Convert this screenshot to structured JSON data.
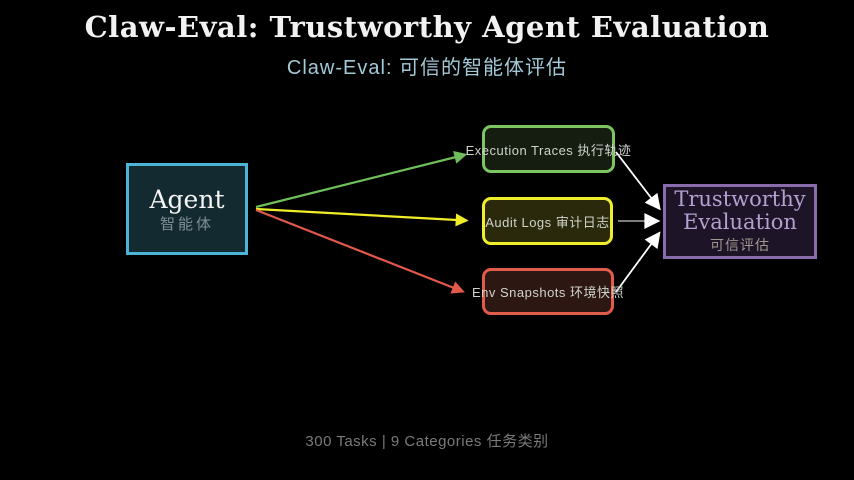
{
  "title": "Claw-Eval: Trustworthy Agent Evaluation",
  "subtitle": "Claw-Eval: 可信的智能体评估",
  "agent": {
    "label": "Agent",
    "label_zh": "智能体",
    "accent": "#4cb5d6"
  },
  "artifacts": [
    {
      "label": "Execution Traces 执行轨迹",
      "accent": "#7cc561"
    },
    {
      "label": "Audit Logs 审计日志",
      "accent": "#f0ee2a"
    },
    {
      "label": "Env Snapshots 环境快照",
      "accent": "#e25c4c"
    }
  ],
  "evaluation": {
    "label": "Trustworthy Evaluation",
    "label_zh": "可信评估",
    "accent": "#8a6bab"
  },
  "footer": "300 Tasks | 9 Categories 任务类别",
  "colors": {
    "background": "#000000",
    "title": "#f2f2f2",
    "subtitle": "#a3c9d6",
    "arrow_green": "#6fbd5b",
    "arrow_yellow": "#f0ec28",
    "arrow_red": "#e2584a",
    "arrow_white": "#ffffff",
    "footer": "#7a7a7a"
  }
}
